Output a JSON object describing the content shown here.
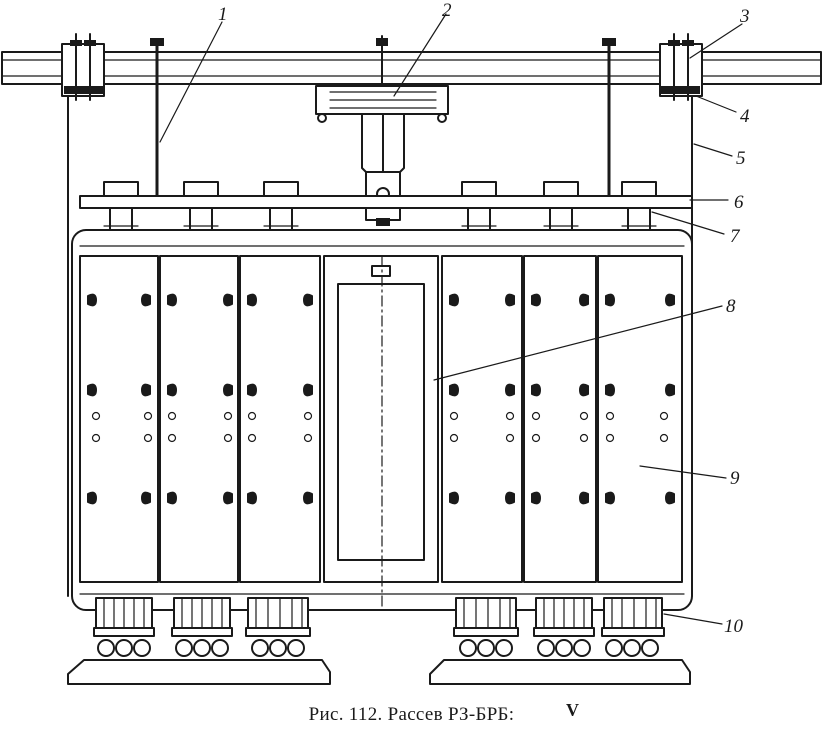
{
  "figure": {
    "caption": "Рис. 112. Рассев РЗ-БРБ:",
    "caption_mark": "V",
    "callouts": [
      "1",
      "2",
      "3",
      "4",
      "5",
      "6",
      "7",
      "8",
      "9",
      "10"
    ]
  },
  "colors": {
    "ink": "#1a1a1a",
    "paper": "#ffffff"
  }
}
